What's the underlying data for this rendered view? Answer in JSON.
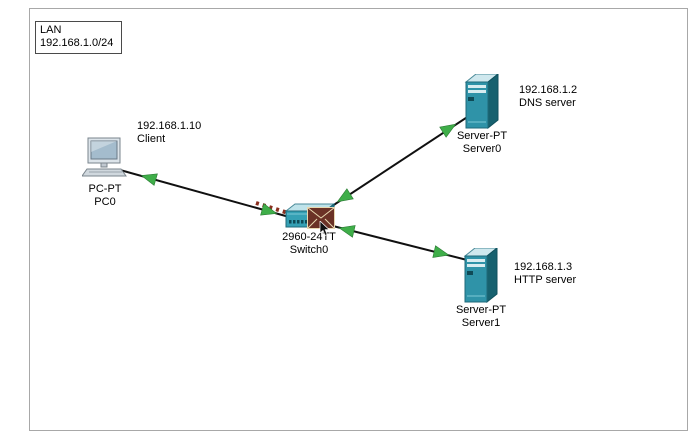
{
  "workspace": {
    "lan": {
      "title": "LAN",
      "subnet": "192.168.1.0/24"
    }
  },
  "devices": {
    "pc0": {
      "model": "PC-PT",
      "name": "PC0",
      "ip": "192.168.1.10",
      "role": "Client"
    },
    "switch0": {
      "model": "2960-24TT",
      "name": "Switch0"
    },
    "server0": {
      "model": "Server-PT",
      "name": "Server0",
      "ip": "192.168.1.2",
      "role": "DNS server"
    },
    "server1": {
      "model": "Server-PT",
      "name": "Server1",
      "ip": "192.168.1.3",
      "role": "HTTP server"
    }
  },
  "links": [
    {
      "from": "PC0",
      "to": "Switch0"
    },
    {
      "from": "Switch0",
      "to": "Server0"
    },
    {
      "from": "Switch0",
      "to": "Server1"
    }
  ],
  "icons": {
    "pdu_envelope": "packet-envelope-icon",
    "link_status_up": "green-triangle-icon",
    "pdu_trail": "red-dashed-trail"
  },
  "colors": {
    "link": "#101010",
    "status_up": "#3fae49",
    "pdu_trail": "#8b2f1f",
    "switch_body": "#35a0b4",
    "server_body": "#2f93a8",
    "envelope_body": "#6b3226"
  }
}
